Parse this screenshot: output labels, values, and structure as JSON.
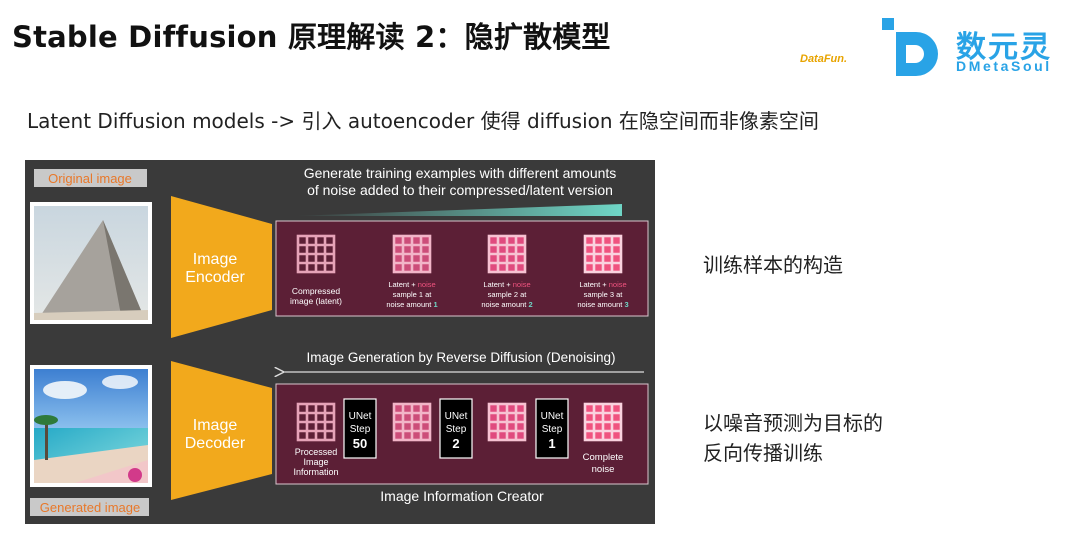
{
  "header": {
    "title": "Stable Diffusion 原理解读 2：隐扩散模型",
    "datafun_logo": "DataFun.",
    "brand_cn": "数元灵",
    "brand_en": "DMetaSoul",
    "brand_color": "#29a3e6"
  },
  "subtitle": "Latent Diffusion models -> 引入 autoencoder 使得 diffusion 在隐空间而非像素空间",
  "diagram": {
    "original_image_label": "Original image",
    "generated_image_label": "Generated image",
    "encoder_label": [
      "Image",
      "Encoder"
    ],
    "decoder_label": [
      "Image",
      "Decoder"
    ],
    "top_caption": [
      "Generate training examples with different amounts",
      "of noise added to their compressed/latent version"
    ],
    "bottom_caption": "Image Generation by Reverse Diffusion (Denoising)",
    "compressed_label": [
      "Compressed",
      "image (latent)"
    ],
    "samples": [
      {
        "l1a": "Latent + ",
        "l1b": "noise",
        "l2": "sample 1 at",
        "l3": "noise amount ",
        "n": "1"
      },
      {
        "l1a": "Latent + ",
        "l1b": "noise",
        "l2": "sample 2 at",
        "l3": "noise amount ",
        "n": "2"
      },
      {
        "l1a": "Latent + ",
        "l1b": "noise",
        "l2": "sample 3 at",
        "l3": "noise amount ",
        "n": "3"
      }
    ],
    "processed_label": [
      "Processed",
      "Image",
      "Information"
    ],
    "unet_steps": [
      {
        "l1": "UNet",
        "l2": "Step",
        "n": "50"
      },
      {
        "l1": "UNet",
        "l2": "Step",
        "n": "2"
      },
      {
        "l1": "UNet",
        "l2": "Step",
        "n": "1"
      }
    ],
    "complete_noise_label": [
      "Complete",
      "noise"
    ],
    "creator_label": "Image Information Creator",
    "colors": {
      "panel_bg": "#3a3a3a",
      "box_bg": "#5c1f36",
      "encoder": "#f2a91c",
      "label_orange": "#e8782a",
      "noise_pink": "#f0537f",
      "teal": "#6fd6c6"
    }
  },
  "notes": {
    "training": "训练样本的构造",
    "reverse_line1": "以噪音预测为目标的",
    "reverse_line2": "反向传播训练"
  }
}
